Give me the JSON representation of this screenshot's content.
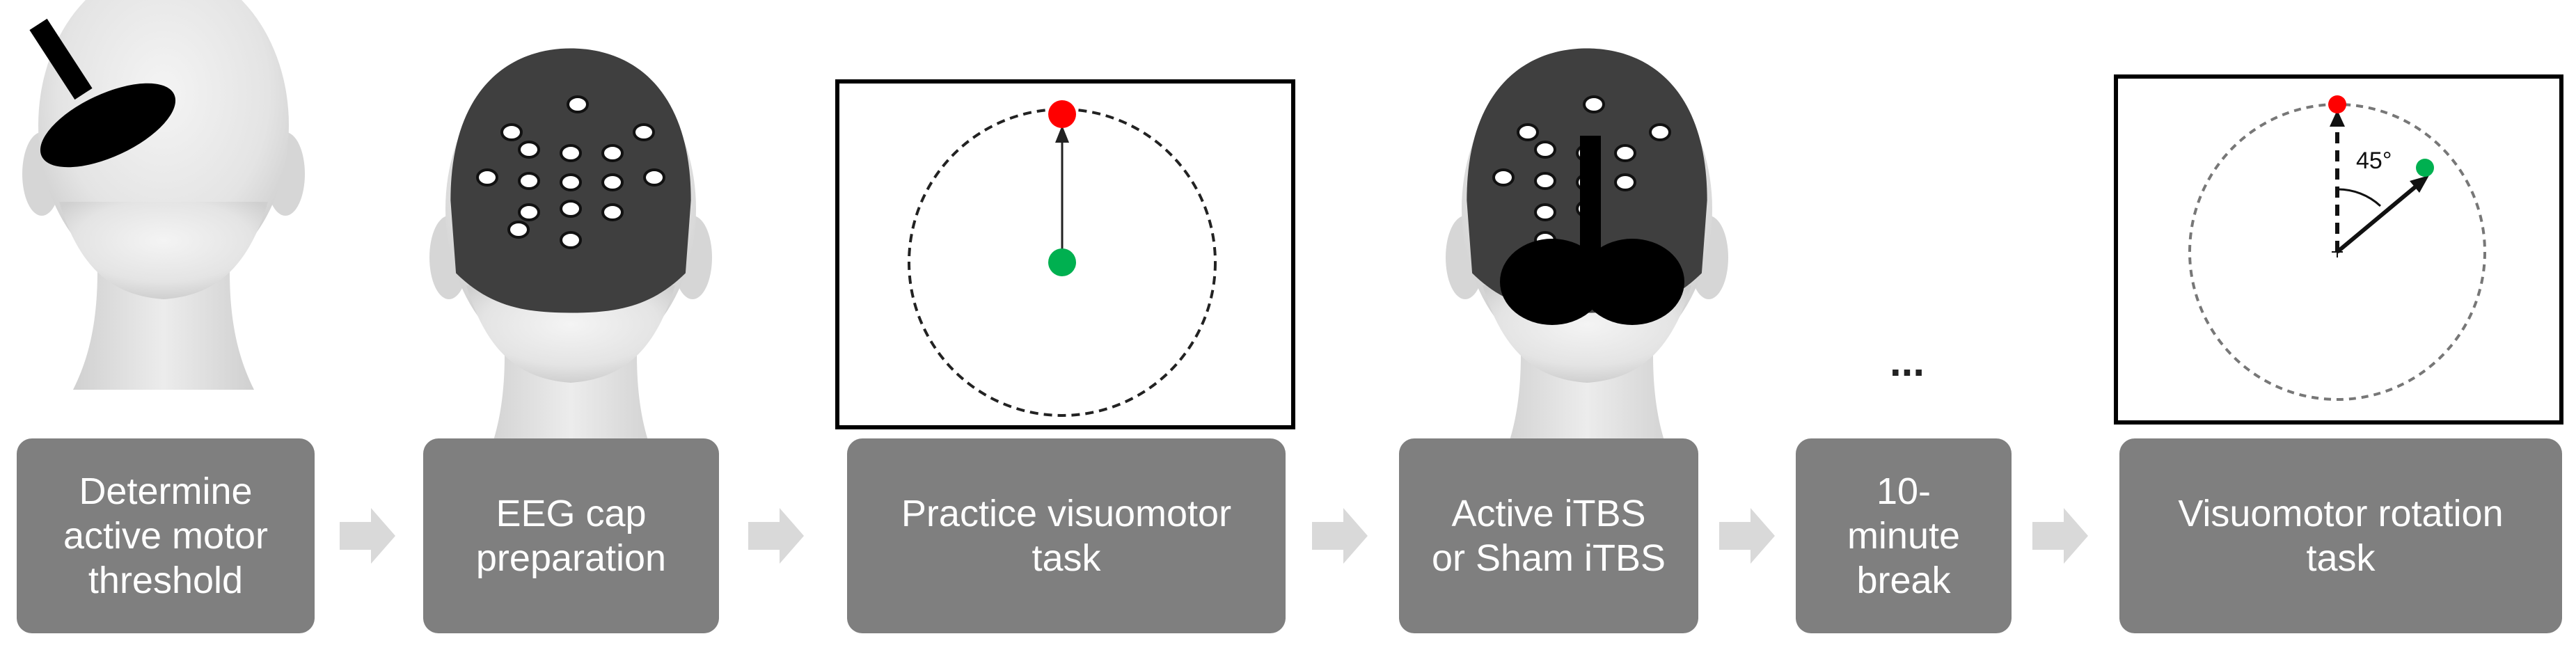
{
  "steps": [
    {
      "id": "motor-threshold",
      "label": "Determine\nactive motor\nthreshold"
    },
    {
      "id": "eeg-cap",
      "label": "EEG cap\npreparation"
    },
    {
      "id": "practice",
      "label": "Practice visuomotor\ntask"
    },
    {
      "id": "itbs",
      "label": "Active iTBS\nor Sham iTBS"
    },
    {
      "id": "break",
      "label": "10-\nminute\nbreak"
    },
    {
      "id": "rotation",
      "label": "Visuomotor rotation\ntask"
    }
  ],
  "ellipsis": "...",
  "rotation_angle_label": "45°",
  "colors": {
    "box_fill": "#7f7f7f",
    "box_text": "#ffffff",
    "arrow": "#d9d9d9",
    "head": "#e6e6e6",
    "cap": "#3f3f3f",
    "coil": "#000000",
    "target": "#ff0000",
    "cursor": "#00b050"
  }
}
